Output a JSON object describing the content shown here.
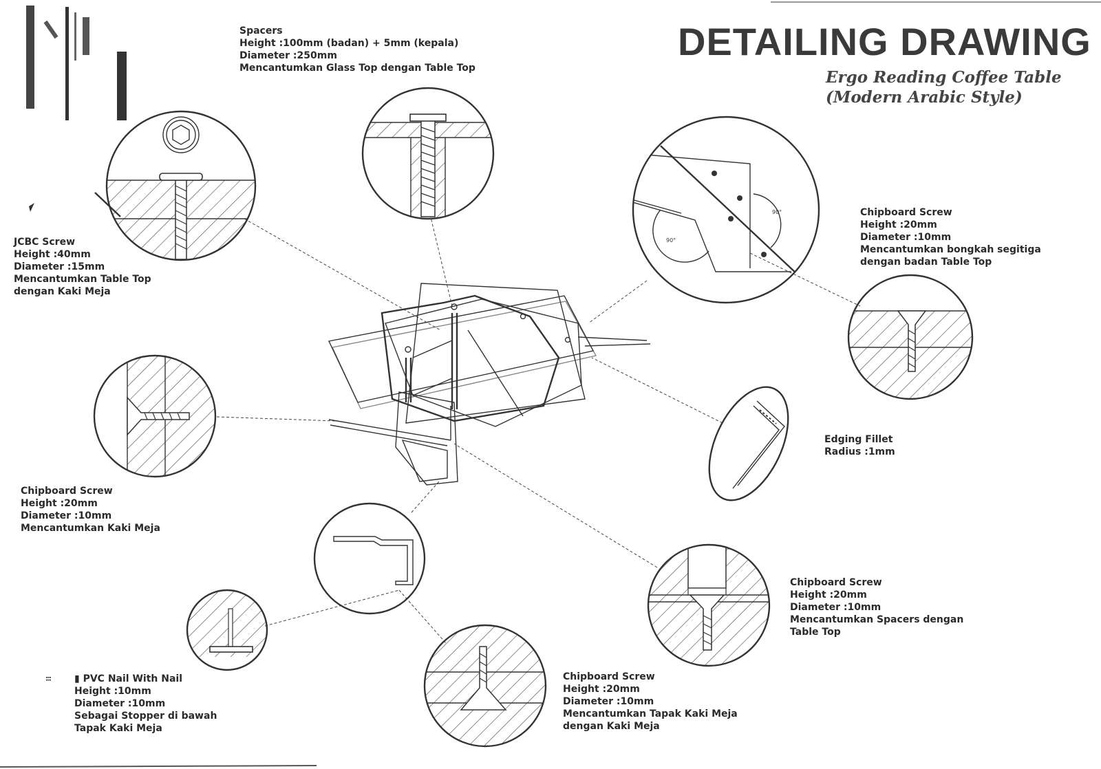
{
  "title": "DETAILING DRAWING",
  "subtitle": {
    "line1": "Ergo Reading Coffee Table",
    "line2": "(Modern Arabic Style)"
  },
  "notes": {
    "spacers": {
      "l1": "Spacers",
      "l2": "Height     :100mm (badan) + 5mm (kepala)",
      "l3": "Diameter  :250mm",
      "l4": "Mencantumkan Glass Top dengan Table Top"
    },
    "jcbc": {
      "l1": "JCBC Screw",
      "l2": "Height     :40mm",
      "l3": "Diameter  :15mm",
      "l4": "Mencantumkan Table Top",
      "l5": "dengan Kaki Meja"
    },
    "chipboard_right": {
      "l1": "Chipboard Screw",
      "l2": "Height     :20mm",
      "l3": "Diameter  :10mm",
      "l4": "Mencantumkan bongkah segitiga",
      "l5": "dengan badan Table Top"
    },
    "edging": {
      "l1": "Edging Fillet",
      "l2": "Radius     :1mm"
    },
    "chipboard_left": {
      "l1": "Chipboard Screw",
      "l2": "Height     :20mm",
      "l3": "Diameter  :10mm",
      "l4": "Mencantumkan Kaki Meja"
    },
    "chipboard_spacers": {
      "l1": "Chipboard Screw",
      "l2": "Height     :20mm",
      "l3": "Diameter  :10mm",
      "l4": "Mencantumkan Spacers dengan",
      "l5": "Table Top"
    },
    "pvc": {
      "l1": "PVC Nail With Nail",
      "l2": "Height     :10mm",
      "l3": "Diameter  :10mm",
      "l4": "Sebagai Stopper di bawah",
      "l5": "Tapak Kaki Meja"
    },
    "chipboard_bottom": {
      "l1": "Chipboard Screw",
      "l2": "Height     :20mm",
      "l3": "Diameter  :10mm",
      "l4": "Mencantumkan Tapak Kaki Meja",
      "l5": "dengan Kaki Meja"
    }
  }
}
